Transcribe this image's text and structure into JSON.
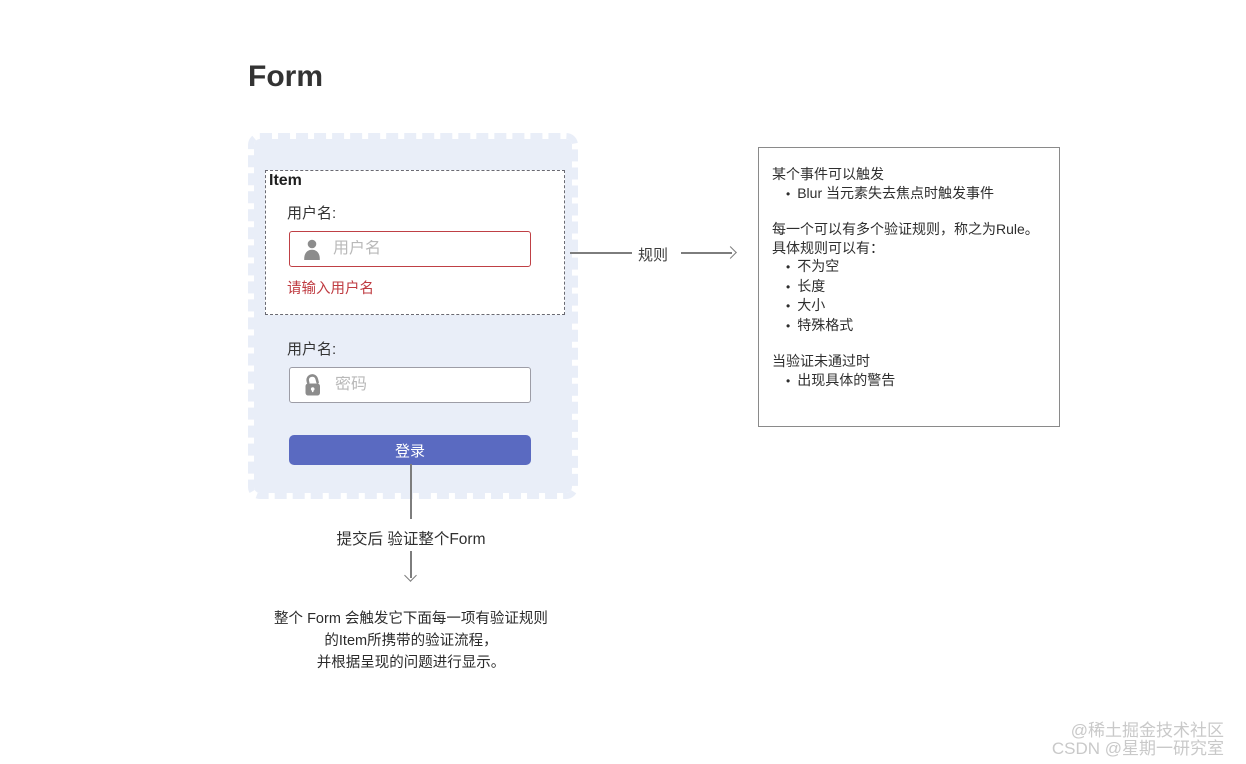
{
  "title": "Form",
  "form": {
    "item_label": "Item",
    "username": {
      "label": "用户名:",
      "placeholder": "用户名",
      "error": "请输入用户名"
    },
    "password": {
      "label": "用户名:",
      "placeholder": "密码"
    },
    "submit_label": "登录"
  },
  "rule_arrow_label": "规则",
  "rules_box": {
    "event_title": "某个事件可以触发",
    "event_bullet": "Blur 当元素失去焦点时触发事件",
    "rules_title": "每一个可以有多个验证规则，称之为Rule。",
    "rules_subtitle": "具体规则可以有：",
    "rule_bullets": [
      "不为空",
      "长度",
      "大小",
      "特殊格式"
    ],
    "fail_title": "当验证未通过时",
    "fail_bullet": "出现具体的警告"
  },
  "submit_flow": {
    "arrow_label": "提交后 验证整个Form",
    "description_lines": [
      "整个 Form 会触发它下面每一项有验证规则",
      "的Item所携带的验证流程，",
      "并根据呈现的问题进行显示。"
    ]
  },
  "watermarks": {
    "line1": "@稀土掘金技术社区",
    "line2": "CSDN @星期一研究室"
  },
  "colors": {
    "panel_bg": "#e9eef8",
    "button_blue": "#5a6ac1",
    "error_red": "#bf3a40",
    "input_red_border": "#bf4045",
    "arrow_gray": "#7d7d7d",
    "icon_gray": "#8c8c8c"
  }
}
